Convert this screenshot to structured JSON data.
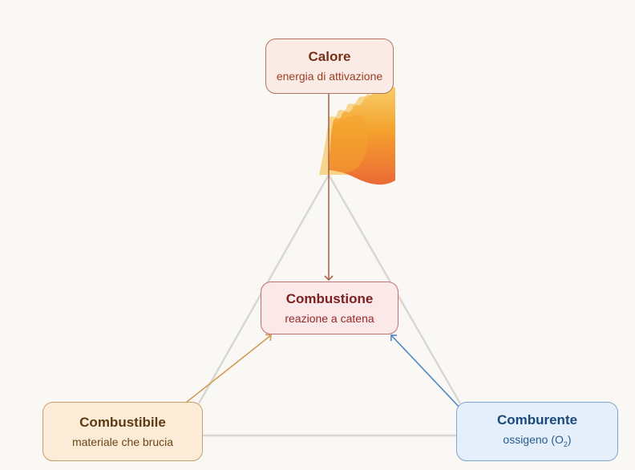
{
  "diagram": {
    "title": "Triangolo del fuoco",
    "nodes": {
      "heat": {
        "title": "Calore",
        "subtitle": "energia di attivazione"
      },
      "combustion": {
        "title": "Combustione",
        "subtitle": "reazione a catena"
      },
      "fuel": {
        "title": "Combustibile",
        "subtitle": "materiale che brucia"
      },
      "oxidizer": {
        "title": "Comburente",
        "subtitle_prefix": "ossigeno (O",
        "subtitle_sub": "2",
        "subtitle_suffix": ")"
      }
    },
    "edges": [
      {
        "from": "heat",
        "to": "combustion",
        "color": "#b0654c"
      },
      {
        "from": "fuel",
        "to": "combustion",
        "color": "#d39a52"
      },
      {
        "from": "oxidizer",
        "to": "combustion",
        "color": "#4f86c2"
      }
    ],
    "colors": {
      "background": "#f9f8f5",
      "triangle": "#d9d7d2",
      "flame_dark": "#ee6f34",
      "flame_mid": "#f4a22e",
      "flame_light": "#f8cf7a"
    }
  }
}
